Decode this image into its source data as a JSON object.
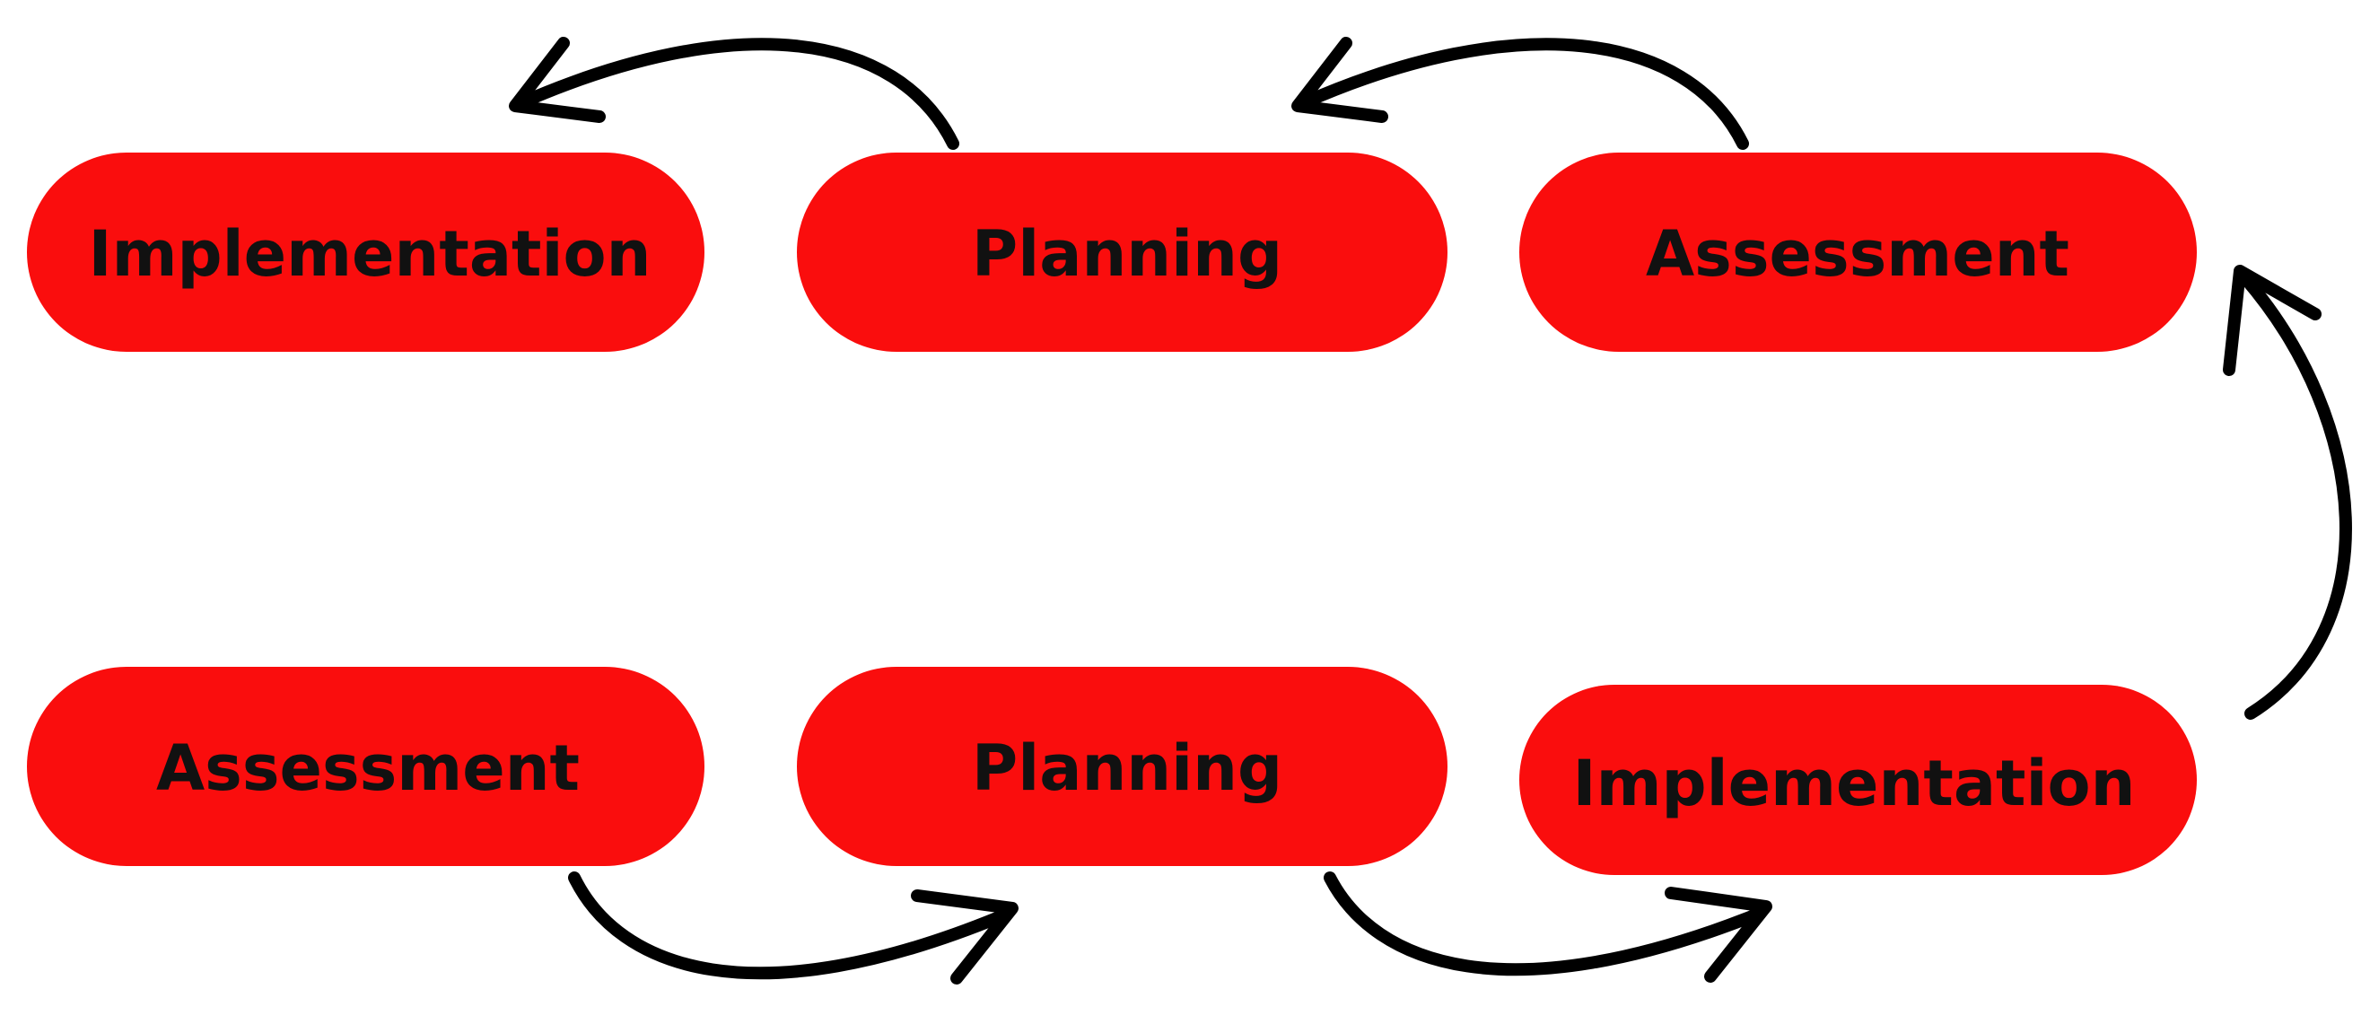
{
  "colors": {
    "node_fill": "#fa0d0d",
    "label_text": "#111111",
    "arrow": "#000000",
    "background": "#ffffff"
  },
  "nodes": {
    "top_left": {
      "label": "Implementation"
    },
    "top_middle": {
      "label": "Planning"
    },
    "top_right": {
      "label": "Assessment"
    },
    "bottom_left": {
      "label": "Assessment"
    },
    "bottom_middle": {
      "label": "Planning"
    },
    "bottom_right": {
      "label": "Implementation"
    }
  },
  "edges": [
    {
      "from": "bottom_left",
      "to": "bottom_middle"
    },
    {
      "from": "bottom_middle",
      "to": "bottom_right"
    },
    {
      "from": "bottom_right",
      "to": "top_right"
    },
    {
      "from": "top_right",
      "to": "top_middle"
    },
    {
      "from": "top_middle",
      "to": "top_left"
    }
  ]
}
